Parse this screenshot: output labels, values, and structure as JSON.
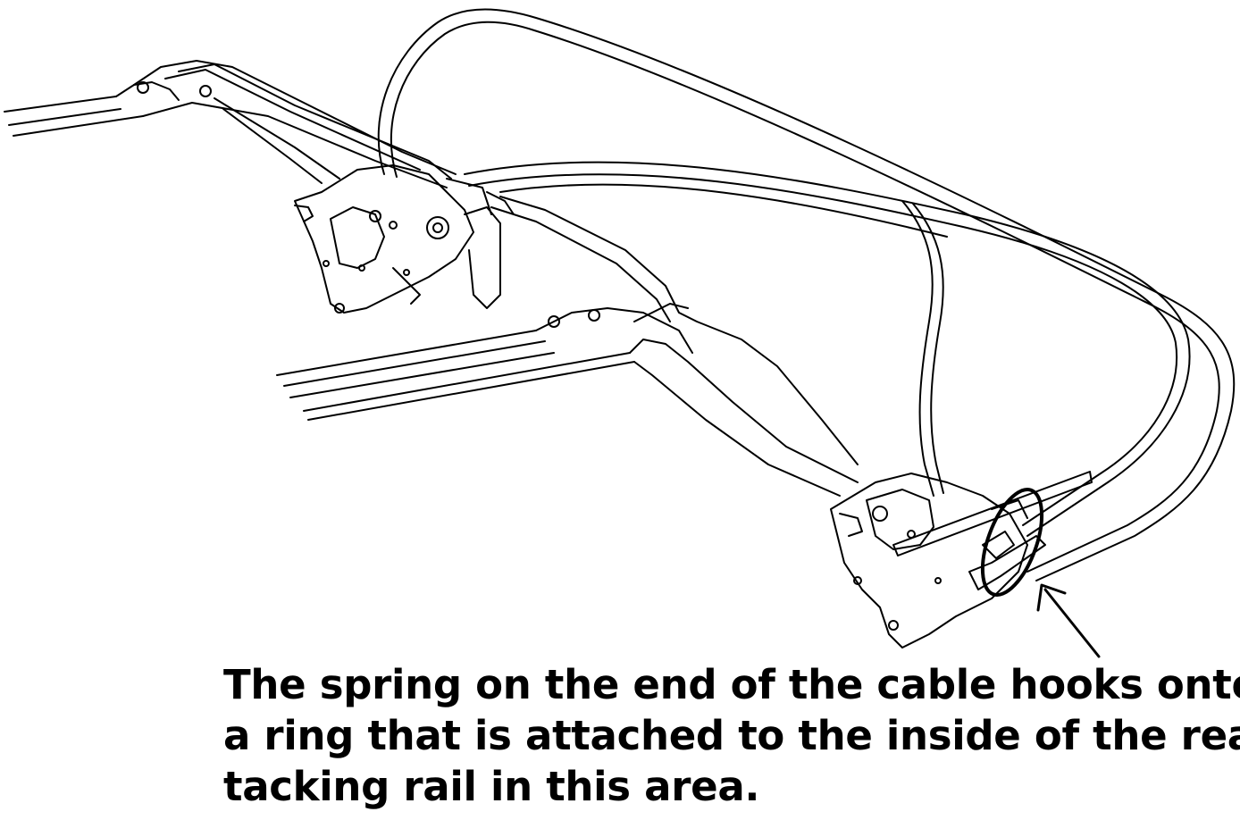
{
  "caption": {
    "line1": "The spring on the end of the cable hooks onto",
    "line2": "a ring that is attached to the inside of the rear",
    "line3": "tacking rail in this area."
  },
  "colors": {
    "ink": "#000000",
    "background": "#ffffff"
  }
}
